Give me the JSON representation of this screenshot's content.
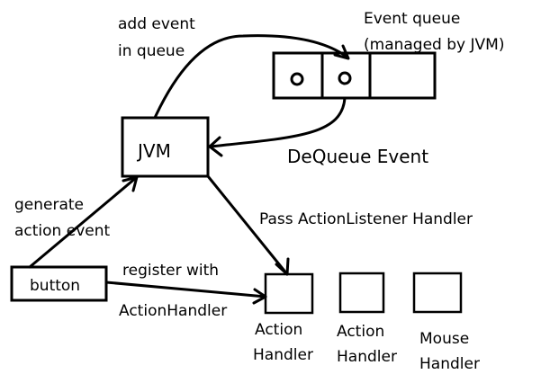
{
  "nodes": {
    "jvm": "JVM",
    "button": "button",
    "event_queue_line1": "Event queue",
    "event_queue_line2": "(managed by JVM)",
    "handlers": [
      {
        "line1": "Action",
        "line2": "Handler"
      },
      {
        "line1": "Action",
        "line2": "Handler"
      },
      {
        "line1": "Mouse",
        "line2": "Handler"
      }
    ]
  },
  "edges": {
    "add_event_line1": "add event",
    "add_event_line2": "in queue",
    "dequeue": "DeQueue Event",
    "pass_listener": "Pass ActionListener Handler",
    "generate_line1": "generate",
    "generate_line2": "action event",
    "register_line1": "register with",
    "register_line2": "ActionHandler"
  },
  "colors": {
    "stroke": "#000000",
    "background": "#ffffff"
  }
}
